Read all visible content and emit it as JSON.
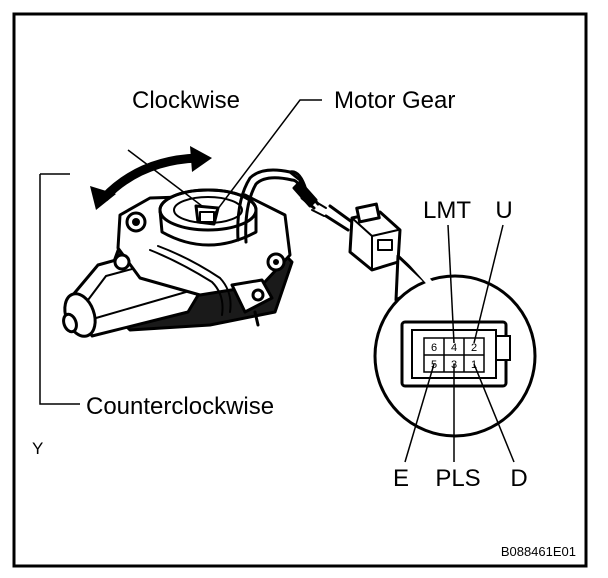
{
  "labels": {
    "clockwise": "Clockwise",
    "motor_gear": "Motor Gear",
    "counterclockwise": "Counterclockwise",
    "y_mark": "Y",
    "figure_code": "B088461E01"
  },
  "connector": {
    "top_labels": {
      "lmt": "LMT",
      "u": "U"
    },
    "bottom_labels": {
      "e": "E",
      "pls": "PLS",
      "d": "D"
    },
    "pins_top": [
      "6",
      "4",
      "2"
    ],
    "pins_bottom": [
      "5",
      "3",
      "1"
    ]
  }
}
